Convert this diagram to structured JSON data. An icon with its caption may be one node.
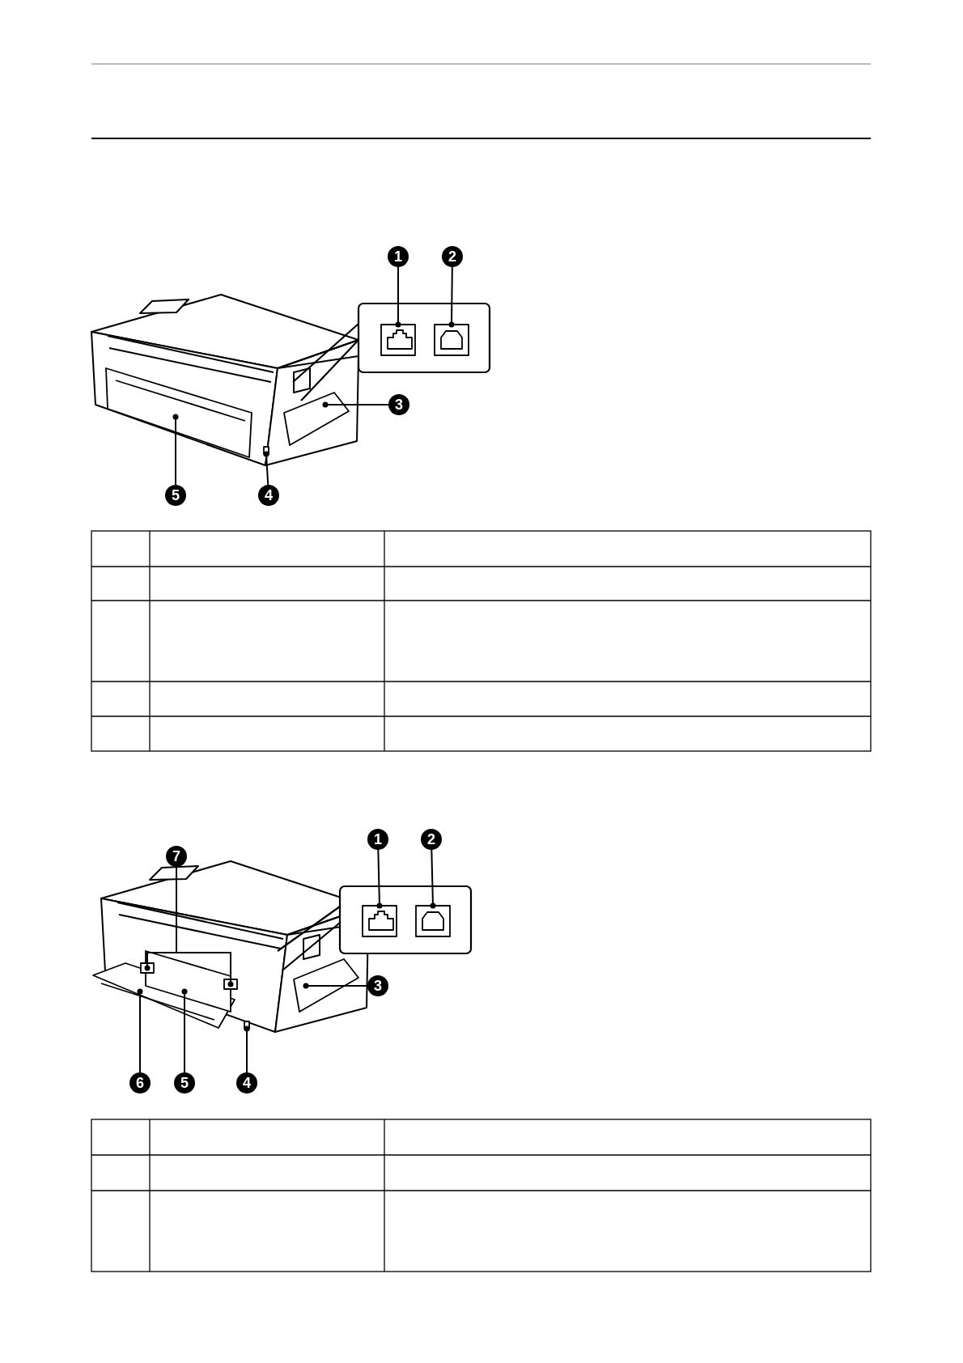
{
  "diagram": {
    "nodes": [
      {
        "text": [
          "1"
        ]
      },
      {
        "text": [
          "2"
        ]
      },
      {
        "text": [
          "3"
        ]
      },
      {
        "text": [
          "4"
        ]
      },
      {
        "text": [
          "5"
        ]
      },
      {
        "text": [
          "1"
        ]
      },
      {
        "text": [
          "2"
        ]
      },
      {
        "text": [
          "3"
        ]
      },
      {
        "text": [
          "4"
        ]
      },
      {
        "text": [
          "5"
        ]
      },
      {
        "text": [
          "6"
        ]
      },
      {
        "text": [
          "7"
        ]
      },
      {
        "text": [],
        "shape": "box"
      },
      {
        "text": [],
        "shape": "box"
      },
      {
        "text": [],
        "shape": "box"
      },
      {
        "text": [],
        "shape": "box"
      },
      {
        "text": [],
        "shape": "box"
      },
      {
        "text": [],
        "shape": "box"
      },
      {
        "text": [],
        "shape": "box"
      },
      {
        "text": [],
        "shape": "box"
      },
      {
        "text": [],
        "shape": "box"
      },
      {
        "text": [],
        "shape": "box"
      },
      {
        "text": [],
        "shape": "box"
      },
      {
        "text": [],
        "shape": "box"
      },
      {
        "text": [],
        "shape": "box"
      }
    ],
    "edges": [
      {
        "from": 0,
        "to": 12,
        "arrow": "other"
      },
      {
        "from": 1,
        "to": 13,
        "arrow": "other"
      },
      {
        "from": 2,
        "to": 14,
        "arrow": "other"
      },
      {
        "from": 3,
        "to": 15,
        "arrow": "other"
      },
      {
        "from": 4,
        "to": 16,
        "arrow": "other"
      },
      {
        "from": 5,
        "to": 17,
        "arrow": "other"
      },
      {
        "from": 6,
        "to": 18,
        "arrow": "other"
      },
      {
        "from": 7,
        "to": 19,
        "arrow": "other"
      },
      {
        "from": 8,
        "to": 20,
        "arrow": "other"
      },
      {
        "from": 9,
        "to": 21,
        "arrow": "other"
      },
      {
        "from": 10,
        "to": 22,
        "arrow": "other"
      },
      {
        "from": 11,
        "to": 23,
        "arrow": "other"
      },
      {
        "from": 11,
        "to": 24,
        "arrow": "other"
      }
    ]
  }
}
